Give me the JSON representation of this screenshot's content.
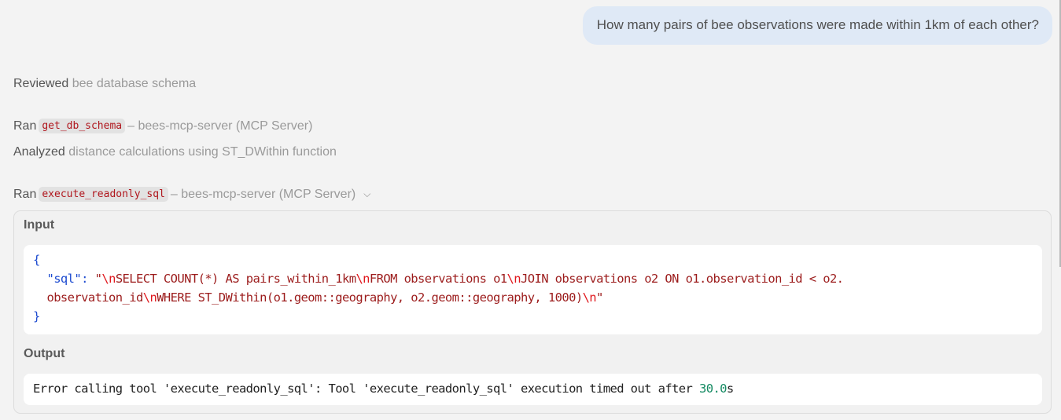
{
  "user_message": "How many pairs of bee observations were made within 1km of each other?",
  "steps": [
    {
      "verb": "Reviewed",
      "text": "bee database schema"
    },
    {
      "verb": "Ran",
      "tool": "get_db_schema",
      "text": "– bees-mcp-server (MCP Server)"
    },
    {
      "verb": "Analyzed",
      "text": "distance calculations using ST_DWithin function"
    },
    {
      "verb": "Ran",
      "tool": "execute_readonly_sql",
      "text": "– bees-mcp-server (MCP Server)",
      "expanded": true
    }
  ],
  "tool_call": {
    "input_label": "Input",
    "output_label": "Output",
    "input": {
      "open_brace": "{",
      "close_brace": "}",
      "key": "\"sql\"",
      "colon": ": ",
      "line1_parts": [
        "\"",
        "\\n",
        "SELECT COUNT(*) AS pairs_within_1km",
        "\\n",
        "FROM observations o1",
        "\\n",
        "JOIN observations o2 ON o1.observation_id < o2."
      ],
      "line2_parts": [
        "observation_id",
        "\\n",
        "WHERE ST_DWithin(o1.geom::geography, o2.geom::geography, 1000)",
        "\\n",
        "\""
      ]
    },
    "output": {
      "text": "Error calling tool 'execute_readonly_sql': Tool 'execute_readonly_sql' execution timed out after ",
      "timeout_value": "30.0",
      "unit": "s"
    }
  },
  "colors": {
    "user_bubble": "#dfe9f6",
    "tool_name": "#b0161d",
    "json_key": "#1d4bd0",
    "json_string": "#9c1c1c",
    "escape": "#e0171c",
    "number": "#148a62"
  }
}
